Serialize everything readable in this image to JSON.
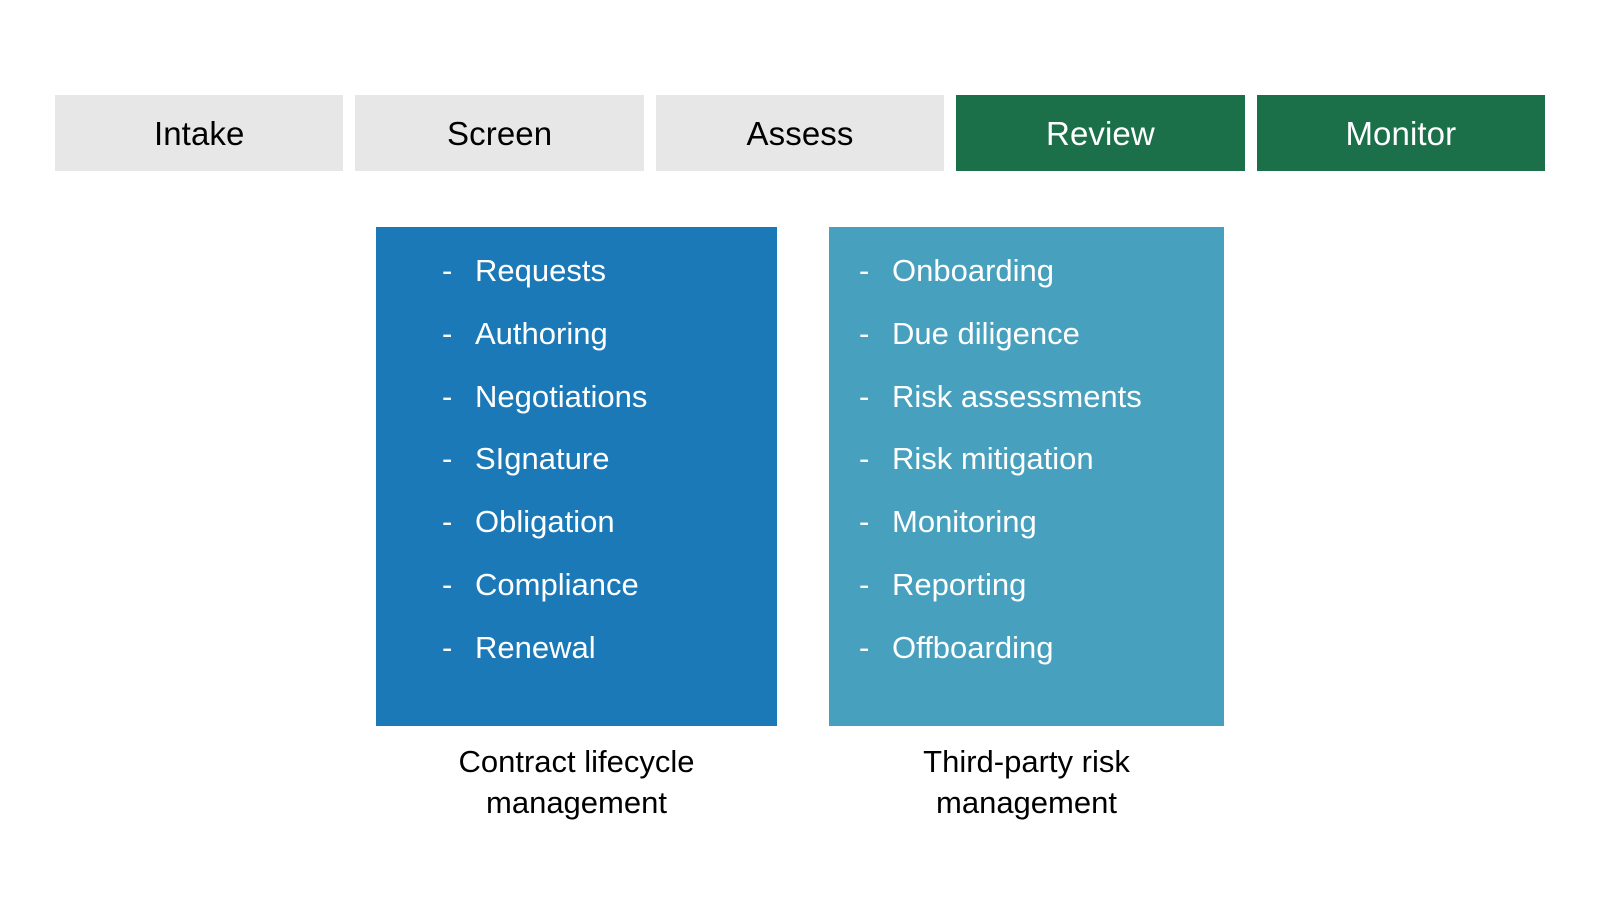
{
  "colors": {
    "background": "#ffffff",
    "tab_inactive_bg": "#e7e7e7",
    "tab_inactive_text": "#000000",
    "tab_active_bg": "#1b7049",
    "tab_active_text": "#ffffff",
    "panel_clm_bg": "#1b79b8",
    "panel_tprm_bg": "#46a0be",
    "panel_text": "#ffffff",
    "caption_text": "#000000"
  },
  "stages": [
    {
      "label": "Intake",
      "state": "inactive"
    },
    {
      "label": "Screen",
      "state": "inactive"
    },
    {
      "label": "Assess",
      "state": "inactive"
    },
    {
      "label": "Review",
      "state": "active"
    },
    {
      "label": "Monitor",
      "state": "active"
    }
  ],
  "bullet": "-",
  "panels": [
    {
      "id": "clm",
      "caption_line1": "Contract lifecycle",
      "caption_line2": "management",
      "items": [
        "Requests",
        "Authoring",
        "Negotiations",
        "SIgnature",
        "Obligation",
        "Compliance",
        "Renewal"
      ]
    },
    {
      "id": "tprm",
      "caption_line1": "Third-party risk",
      "caption_line2": "management",
      "items": [
        "Onboarding",
        "Due diligence",
        "Risk assessments",
        "Risk mitigation",
        "Monitoring",
        "Reporting",
        "Offboarding"
      ]
    }
  ]
}
